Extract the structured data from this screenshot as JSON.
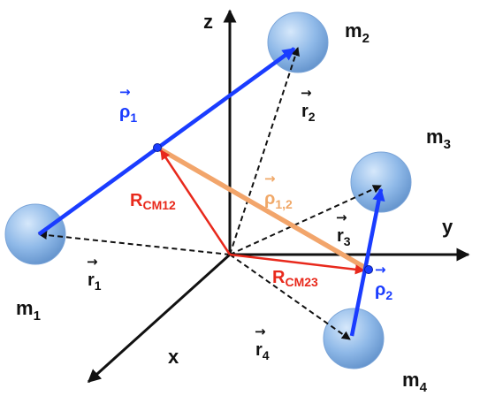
{
  "axes": {
    "x": "x",
    "y": "y",
    "z": "z"
  },
  "masses": [
    {
      "label": "m",
      "sub": "1"
    },
    {
      "label": "m",
      "sub": "2"
    },
    {
      "label": "m",
      "sub": "3"
    },
    {
      "label": "m",
      "sub": "4"
    }
  ],
  "position_vectors": [
    {
      "label": "r",
      "sub": "1"
    },
    {
      "label": "r",
      "sub": "2"
    },
    {
      "label": "r",
      "sub": "3"
    },
    {
      "label": "r",
      "sub": "4"
    }
  ],
  "relative_vectors": {
    "rho1": {
      "label": "ρ",
      "sub": "1"
    },
    "rho2": {
      "label": "ρ",
      "sub": "2"
    },
    "rho12": {
      "label": "ρ",
      "sub": "1,2"
    }
  },
  "center_of_mass_vectors": {
    "rcm12": {
      "label": "R",
      "sub": "CM12"
    },
    "rcm23": {
      "label": "R",
      "sub": "CM23"
    }
  },
  "vector_mark": "→",
  "colors": {
    "axis": "#111111",
    "position": "#111111",
    "relative": "#1a3cff",
    "center_of_mass": "#e8291c",
    "rho12": "#f2a56b",
    "rho12_label": "#f0a868",
    "mass_fill": "#8fb9e8"
  }
}
